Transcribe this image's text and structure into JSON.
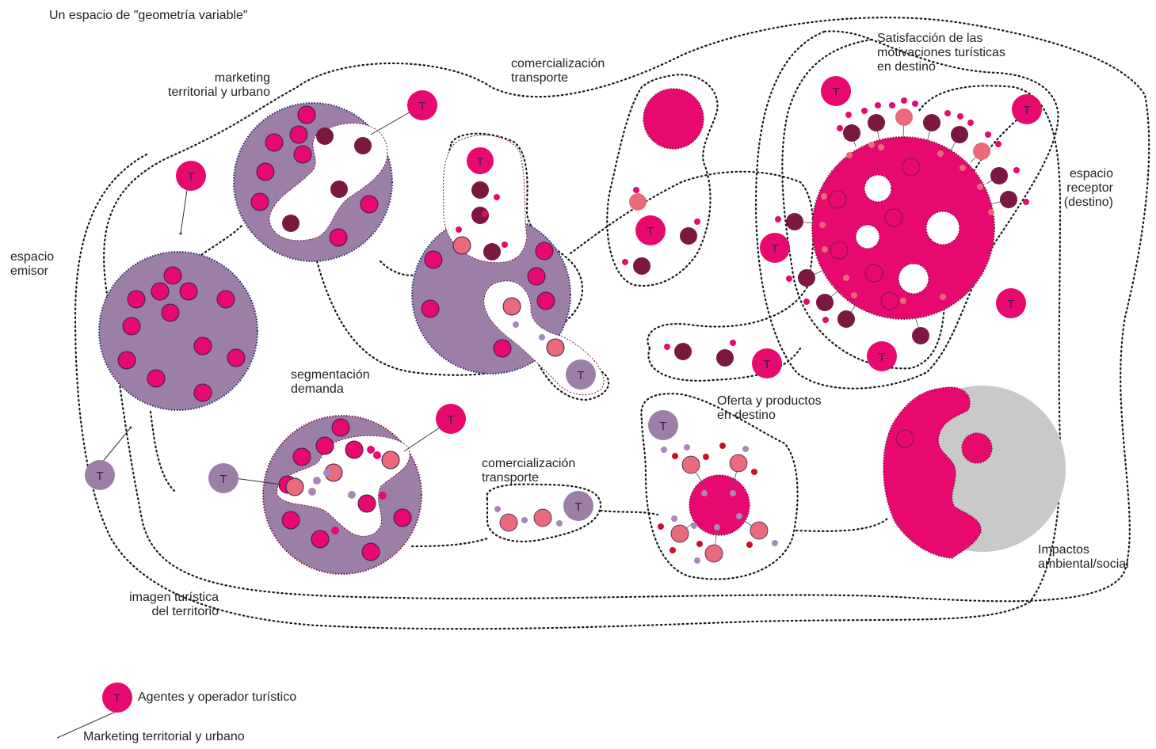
{
  "title": "Un espacio de \"geometría variable\"",
  "labels": {
    "marketing": [
      "marketing",
      "territorial y urbano"
    ],
    "transport_top": [
      "comercialización",
      "transporte"
    ],
    "satisfaction": [
      "Satisfacción de las",
      "motivaciones turísticas",
      "en destino"
    ],
    "receptor": [
      "espacio",
      "receptor",
      "(destino)"
    ],
    "emisor": [
      "espacio",
      "emisor"
    ],
    "segmentation": [
      "segmentación",
      "demanda"
    ],
    "offer": [
      "Oferta y productos",
      "en destino"
    ],
    "transport_bottom": [
      "comercialización",
      "transporte"
    ],
    "impacts": [
      "Impactos",
      "ambiental/social"
    ],
    "image": [
      "imagen turística",
      "del territorio"
    ]
  },
  "agent_mark": "T",
  "legend": {
    "agents": "Agentes y operador turístico",
    "marketing": "Marketing territorial y urbano"
  },
  "colors": {
    "magenta": "#e8096f",
    "purple": "#9b7fa6",
    "maroon": "#7a1840",
    "salmon": "#e96a7a",
    "grey": "#c9c9c9",
    "red": "#c8102e",
    "light_purple": "#a888b8"
  }
}
